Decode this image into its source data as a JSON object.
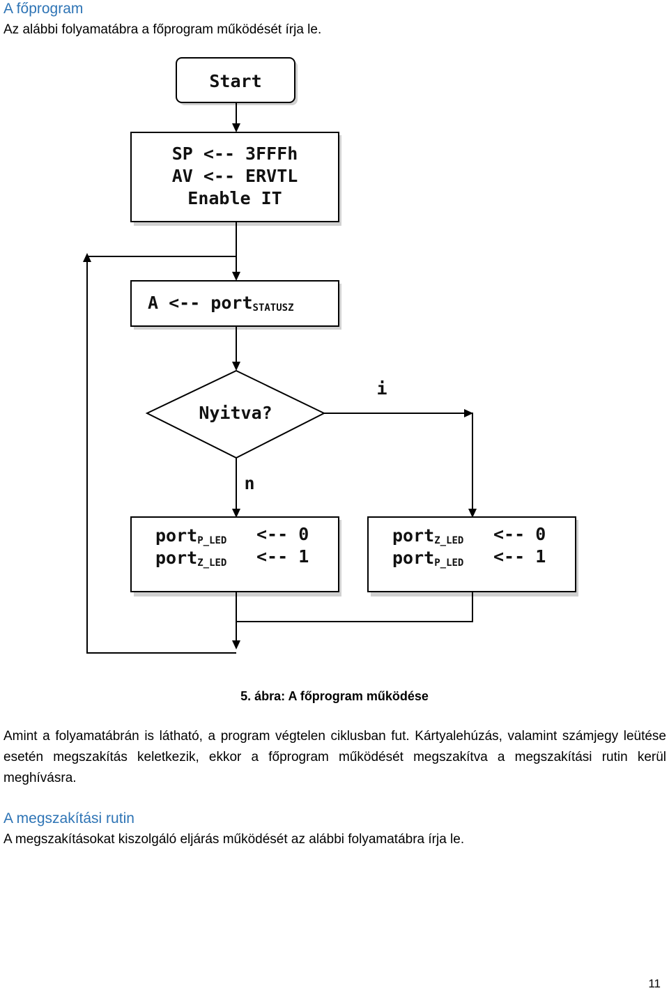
{
  "section1": {
    "title": "A főprogram",
    "intro": "Az alábbi folyamatábra a főprogram működését írja le."
  },
  "flowchart": {
    "start": "Start",
    "init_lines": [
      "SP <-- 3FFFh",
      "AV <-- ERVTL",
      "Enable IT"
    ],
    "read": {
      "text": "A <-- port",
      "sub": "STATUSZ"
    },
    "decision": "Nyitva?",
    "yes_label": "i",
    "no_label": "n",
    "left_box": [
      {
        "text": "port",
        "sub": "P_LED",
        "value": "<-- 0"
      },
      {
        "text": "port",
        "sub": "Z_LED",
        "value": "<-- 1"
      }
    ],
    "right_box": [
      {
        "text": "port",
        "sub": "Z_LED",
        "value": "<-- 0"
      },
      {
        "text": "port",
        "sub": "P_LED",
        "value": "<-- 1"
      }
    ]
  },
  "caption": "5. ábra: A főprogram működése",
  "description": "Amint a folyamatábrán is látható, a program végtelen ciklusban fut. Kártyalehúzás, valamint számjegy leütése esetén megszakítás keletkezik, ekkor a főprogram működését megszakítva a megszakítási rutin kerül meghívásra.",
  "section2": {
    "title": "A megszakítási rutin",
    "intro": "A megszakításokat kiszolgáló eljárás működését az alábbi folyamatábra írja le."
  },
  "page_number": "11"
}
